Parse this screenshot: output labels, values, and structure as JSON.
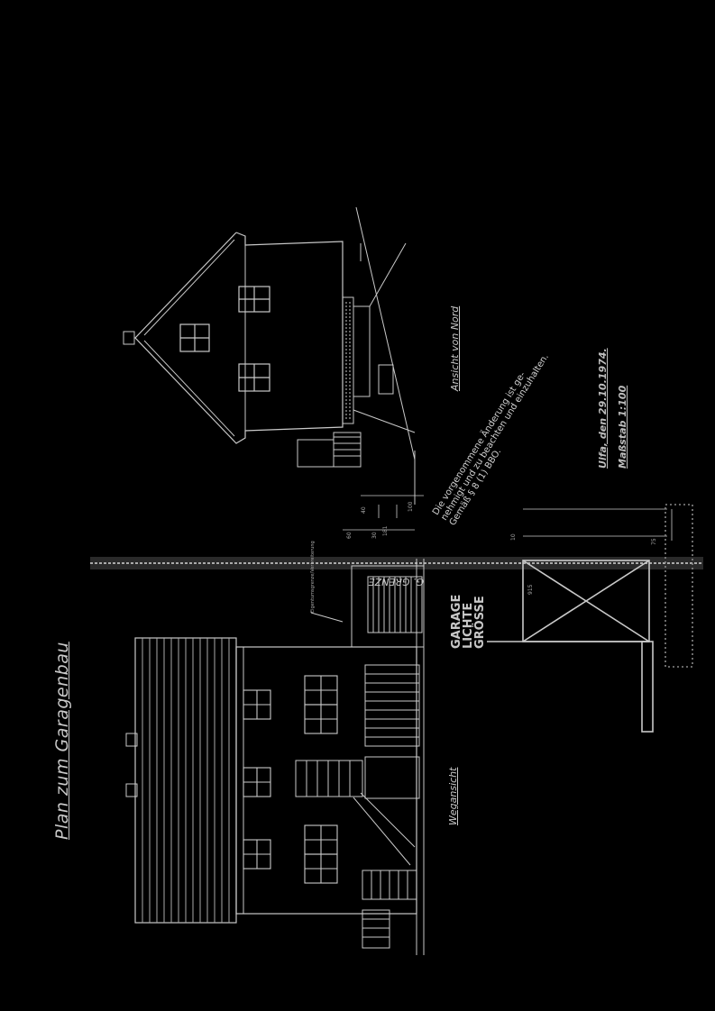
{
  "document": {
    "title": "Plan zum Garagenbau",
    "views": {
      "west": "Wegansicht",
      "north": "Ansicht von Nord"
    },
    "boundary_label": "G. GRENZE",
    "easement_label": "Eigentumsgrenze/Verbreiterung",
    "garage_label": [
      "GARAGE",
      "LICHTE",
      "GRÖSSE"
    ],
    "approval_note": [
      "Die vorgenommene Änderung ist ge-",
      "nehmigt und zu beachten und einzuhalten.",
      "Gemäß § 8 (1) BBO."
    ],
    "stamp_lines": [
      "Ulfa, den 29.10.1974.",
      "Maßstab 1:100"
    ],
    "dimensions": [
      "915",
      "40",
      "100",
      "30",
      "60",
      "181",
      "75",
      "10"
    ]
  }
}
